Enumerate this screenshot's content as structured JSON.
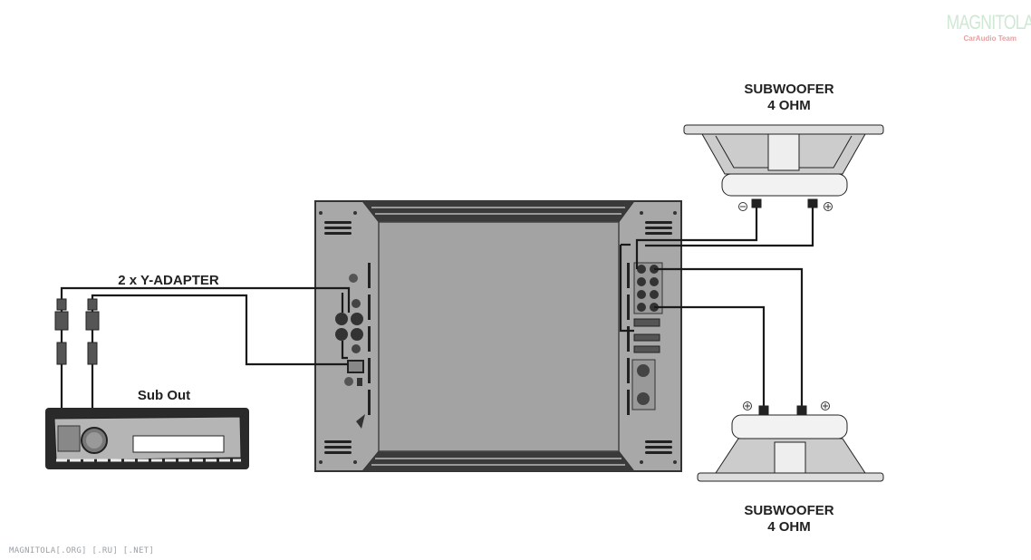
{
  "logo": {
    "title": "MAGNITOLA",
    "subtitle": "CarAudio Team"
  },
  "watermark": "MAGNITOLA[.ORG] [.RU] [.NET]",
  "labels": {
    "y_adapter": "2 x Y-ADAPTER",
    "sub_out": "Sub Out",
    "sub_top_name": "SUBWOOFER",
    "sub_top_ohm": "4 OHM",
    "sub_bottom_name": "SUBWOOFER",
    "sub_bottom_ohm": "4 OHM"
  },
  "colors": {
    "amp_body": "#a8a8a8",
    "amp_panel": "#a3a3a3",
    "wire": "#1a1a1a",
    "head_unit": "#2a2a2a"
  }
}
